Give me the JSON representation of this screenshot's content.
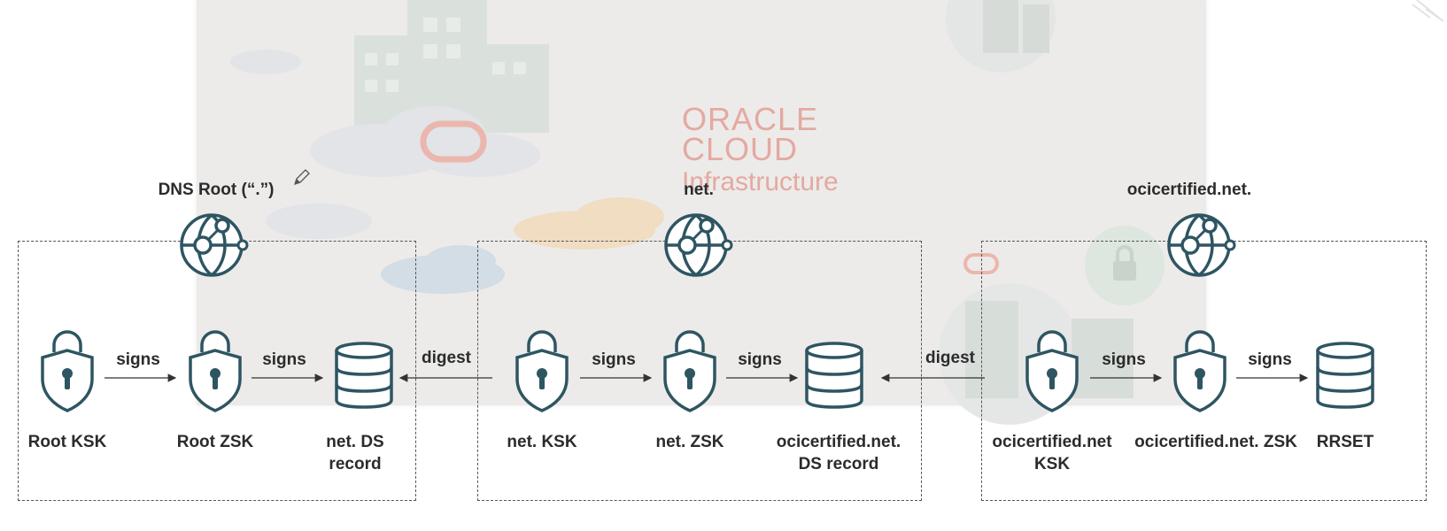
{
  "background": {
    "logo_line1": "ORACLE",
    "logo_line2": "CLOUD",
    "logo_line3": "Infrastructure"
  },
  "zones": [
    {
      "title": "DNS Root (“.”)"
    },
    {
      "title": "net."
    },
    {
      "title": "ocicertified.net."
    }
  ],
  "nodes": {
    "root_ksk": "Root KSK",
    "root_zsk": "Root ZSK",
    "net_ds_l1": "net. DS",
    "net_ds_l2": "record",
    "net_ksk": "net. KSK",
    "net_zsk": "net. ZSK",
    "oci_ds_l1": "ocicertified.net.",
    "oci_ds_l2": "DS record",
    "oci_ksk_l1": "ocicertified.net",
    "oci_ksk_l2": "KSK",
    "oci_zsk": "ocicertified.net. ZSK",
    "rrset": "RRSET"
  },
  "edges": {
    "signs": "signs",
    "digest": "digest"
  },
  "colors": {
    "icon_stroke": "#2e5562",
    "arrow": "#333333",
    "dash_border": "#555555"
  },
  "icons": {
    "globe": "dns-globe-icon",
    "lock": "key-lock-icon",
    "db": "database-icon"
  }
}
